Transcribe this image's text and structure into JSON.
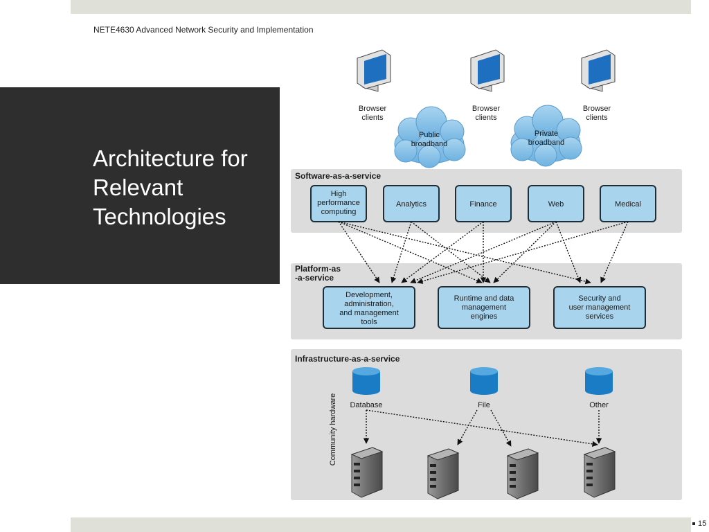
{
  "header": {
    "course": "NETE4630 Advanced Network Security and Implementation"
  },
  "slide": {
    "title": "Architecture for Relevant Technologies",
    "page": "15"
  },
  "diagram": {
    "clients": [
      {
        "label_line1": "Browser",
        "label_line2": "clients"
      },
      {
        "label_line1": "Browser",
        "label_line2": "clients"
      },
      {
        "label_line1": "Browser",
        "label_line2": "clients"
      }
    ],
    "clouds": [
      {
        "line1": "Public",
        "line2": "broadband"
      },
      {
        "line1": "Private",
        "line2": "broadband"
      }
    ],
    "saas": {
      "title": "Software-as-a-service",
      "items": [
        {
          "lines": [
            "High",
            "performance",
            "computing"
          ]
        },
        {
          "lines": [
            "Analytics"
          ]
        },
        {
          "lines": [
            "Finance"
          ]
        },
        {
          "lines": [
            "Web"
          ]
        },
        {
          "lines": [
            "Medical"
          ]
        }
      ]
    },
    "paas": {
      "title_line1": "Platform-as",
      "title_line2": "-a-service",
      "items": [
        {
          "lines": [
            "Development,",
            "administration,",
            "and management",
            "tools"
          ]
        },
        {
          "lines": [
            "Runtime and data",
            "management",
            "engines"
          ]
        },
        {
          "lines": [
            "Security and",
            "user management",
            "services"
          ]
        }
      ]
    },
    "iaas": {
      "title": "Infrastructure-as-a-service",
      "side_label": "Community hardware",
      "storage": [
        {
          "label": "Database"
        },
        {
          "label": "File"
        },
        {
          "label": "Other"
        }
      ]
    },
    "colors": {
      "panel": "#dcdcdc",
      "box_fill": "#a9d4ee",
      "box_stroke": "#1f2d36",
      "cloud": "#8cc4e8",
      "cylinder": "#1a7cc4",
      "monitor_screen": "#1e6fc0",
      "server": "#7f7f7f"
    }
  }
}
